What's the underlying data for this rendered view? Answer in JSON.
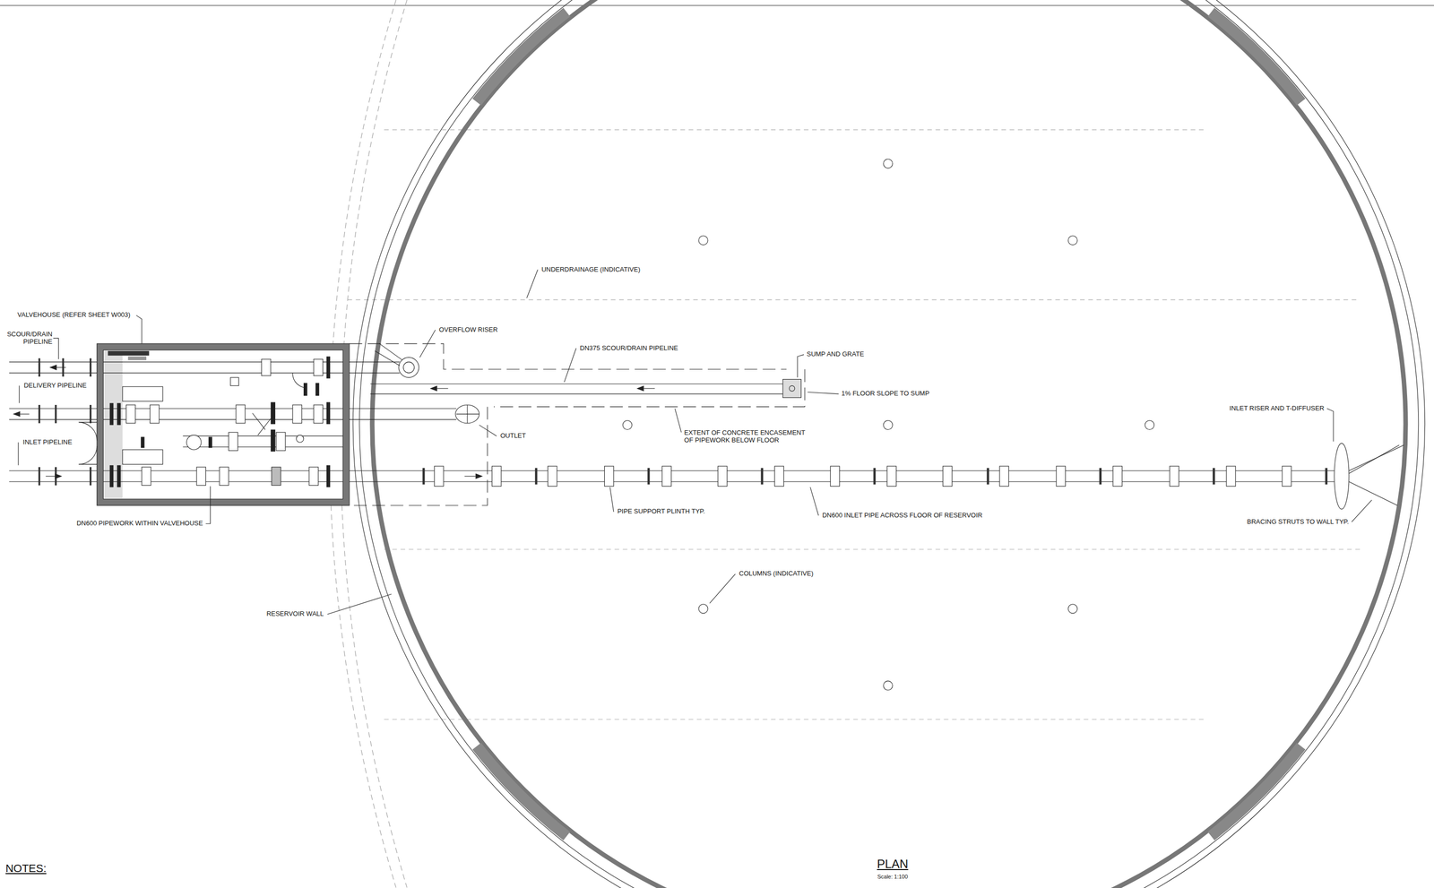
{
  "diagram": {
    "title": "PLAN",
    "caption": "Scale: 1:100",
    "labels": [
      "VALVEHOUSE (REFER SHEET W003)",
      "SCOUR/DRAIN PIPELINE",
      "DELIVERY PIPELINE",
      "INLET PIPELINE",
      "DN600 PIPEWORK WITHIN VALVEHOUSE",
      "RESERVOIR WALL",
      "UNDERDRAINAGE (INDICATIVE)",
      "OVERFLOW RISER",
      "DN375 SCOUR/DRAIN PIPELINE",
      "SUMP AND GRATE",
      "1% FLOOR SLOPE TO SUMP",
      "OUTLET",
      "EXTENT OF CONCRETE ENCASEMENT OF PIPEWORK BELOW FLOOR",
      "PIPE SUPPORT PLINTH TYP.",
      "DN600 INLET PIPE ACROSS FLOOR OF RESERVOIR",
      "INLET RISER AND T-DIFFUSER",
      "BRACING STRUTS TO WALL TYP.",
      "COLUMNS (INDICATIVE)",
      "NOTES:"
    ]
  }
}
